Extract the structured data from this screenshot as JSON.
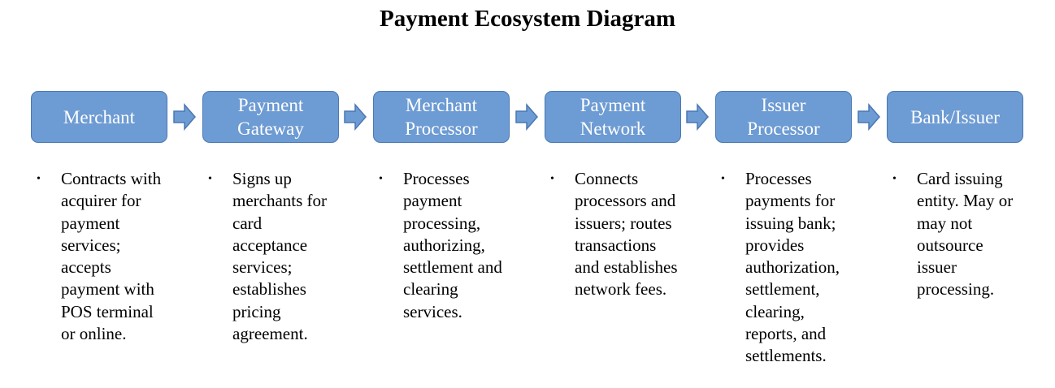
{
  "title": "Payment Ecosystem Diagram",
  "colors": {
    "box_fill": "#6d9bd3",
    "box_border": "#4a78b3",
    "box_text": "#ffffff"
  },
  "stages": [
    {
      "label": "Merchant",
      "description": "Contracts with\nacquirer for\npayment\nservices;\naccepts\npayment with\nPOS terminal\nor online."
    },
    {
      "label": "Payment\nGateway",
      "description": "Signs up\nmerchants for\ncard\nacceptance\nservices;\nestablishes\npricing\nagreement."
    },
    {
      "label": "Merchant\nProcessor",
      "description": "Processes\npayment\nprocessing,\nauthorizing,\nsettlement and\nclearing\nservices."
    },
    {
      "label": "Payment\nNetwork",
      "description": "Connects\nprocessors and\nissuers; routes\ntransactions\nand establishes\nnetwork fees."
    },
    {
      "label": "Issuer\nProcessor",
      "description": "Processes\npayments for\nissuing bank;\nprovides\nauthorization,\nsettlement,\nclearing,\nreports, and\nsettlements."
    },
    {
      "label": "Bank/Issuer",
      "description": "Card issuing\nentity. May or\nmay not\noutsource\nissuer\nprocessing."
    }
  ],
  "bullet_symbol": "•"
}
